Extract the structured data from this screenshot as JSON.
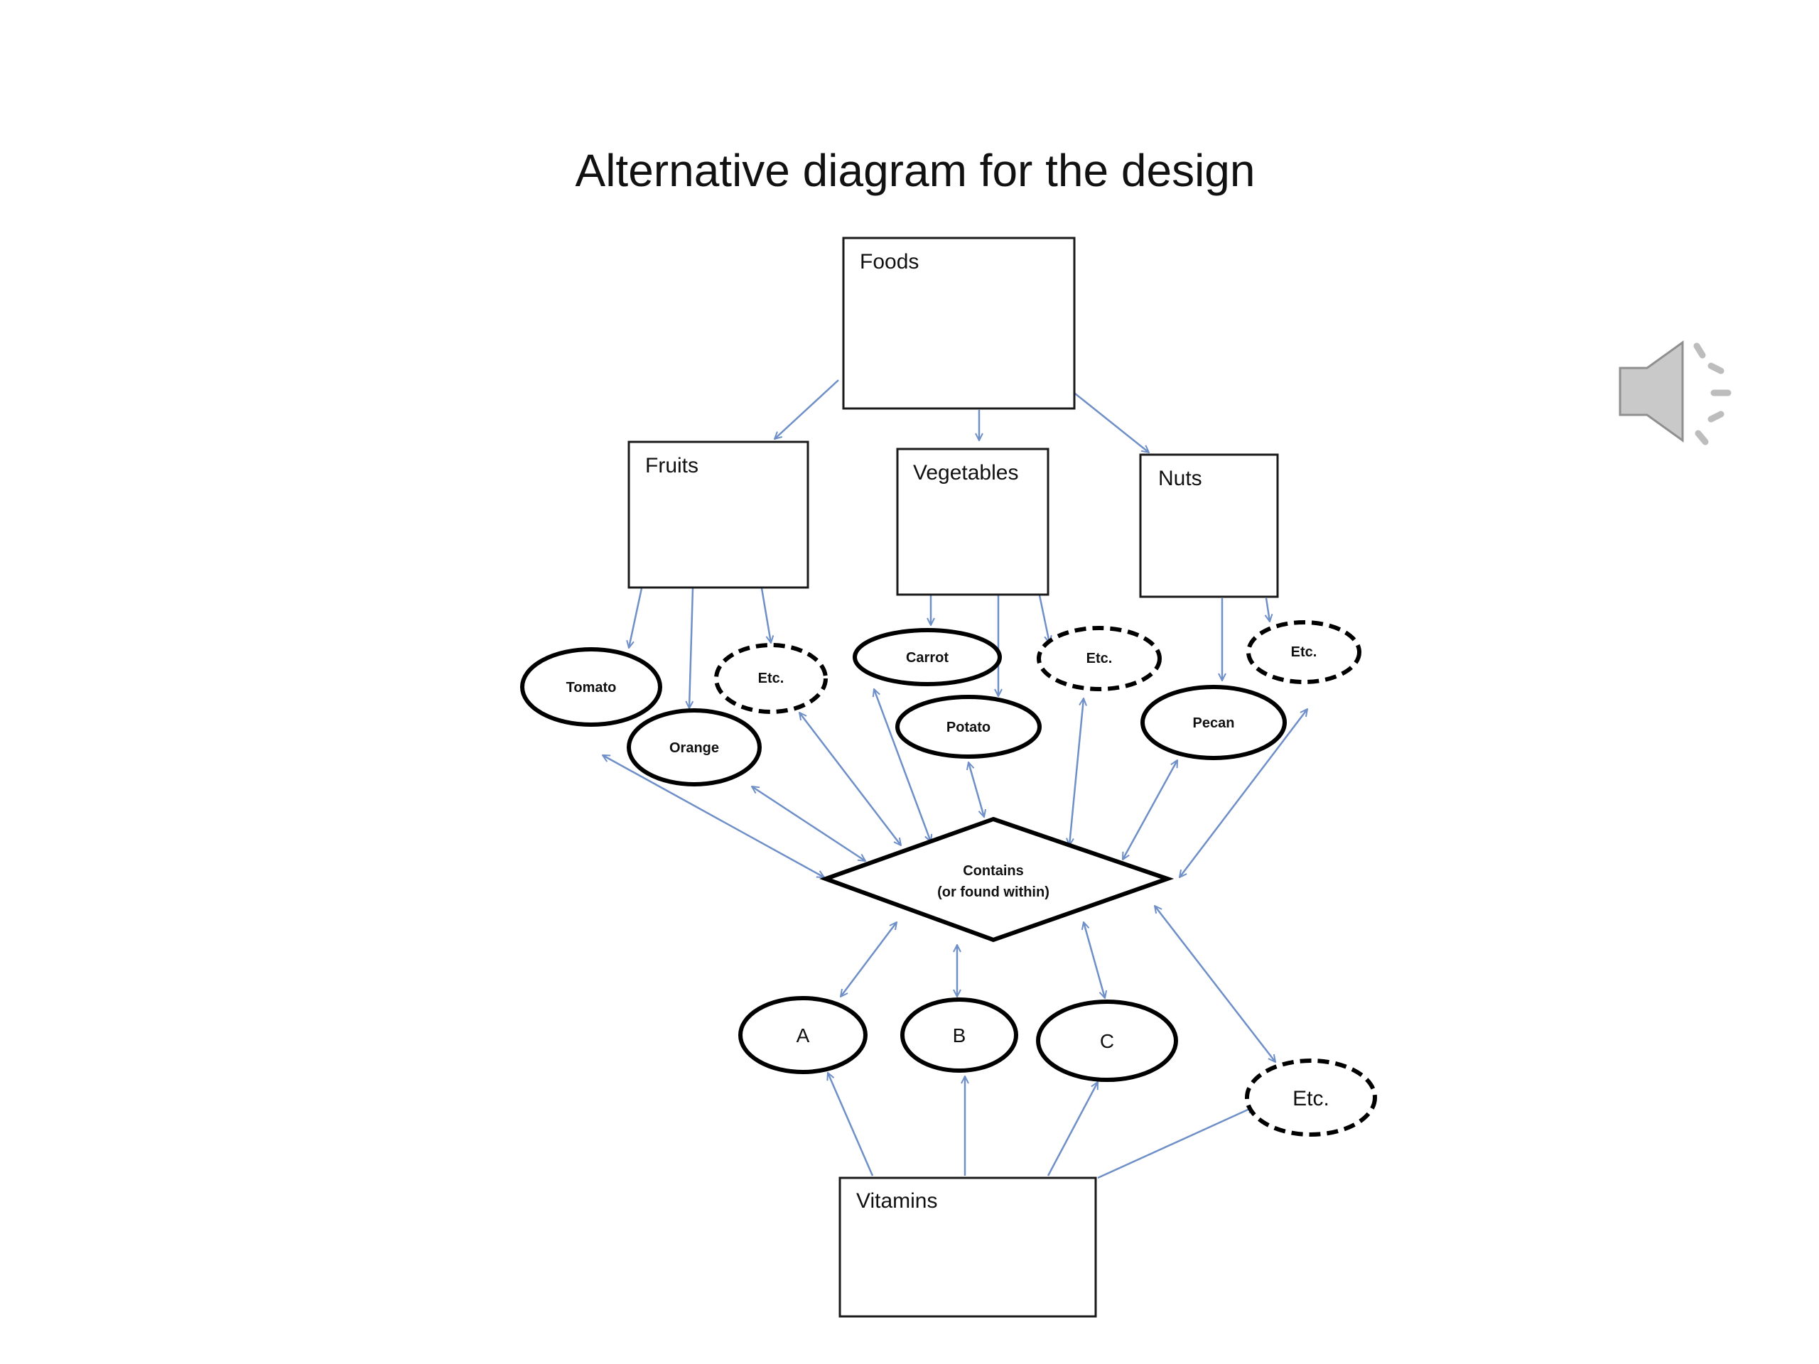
{
  "slide": {
    "title": "Alternative diagram for the design"
  },
  "diagram": {
    "nodes": {
      "foods": "Foods",
      "fruits": "Fruits",
      "vegetables": "Vegetables",
      "nuts": "Nuts",
      "tomato": "Tomato",
      "orange": "Orange",
      "fruit_etc": "Etc.",
      "carrot": "Carrot",
      "potato": "Potato",
      "veg_etc": "Etc.",
      "pecan": "Pecan",
      "nut_etc": "Etc.",
      "contains_line1": "Contains",
      "contains_line2": "(or found within)",
      "vit_a": "A",
      "vit_b": "B",
      "vit_c": "C",
      "vit_etc": "Etc.",
      "vitamins": "Vitamins"
    },
    "colors": {
      "arrow": "#6e8fc7",
      "outline": "#000000"
    }
  },
  "audio_icon": "speaker-icon"
}
